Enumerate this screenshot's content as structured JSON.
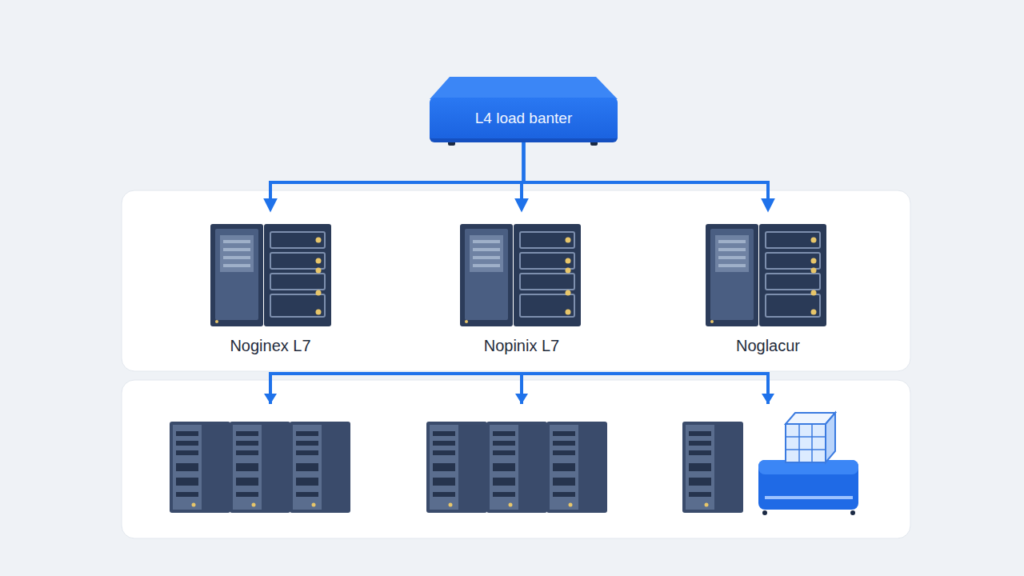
{
  "diagram": {
    "nodes": [
      {
        "text": [
          "L4 load banter"
        ]
      },
      {
        "text": [
          "Noginex L7"
        ]
      },
      {
        "text": [
          "Nopinix L7"
        ]
      },
      {
        "text": [
          "Noglacur"
        ]
      }
    ],
    "edges": [
      {
        "from": 0,
        "to": 1,
        "arrow": "to"
      },
      {
        "from": 0,
        "to": 2,
        "arrow": "to"
      },
      {
        "from": 0,
        "to": 3,
        "arrow": "to"
      }
    ]
  }
}
